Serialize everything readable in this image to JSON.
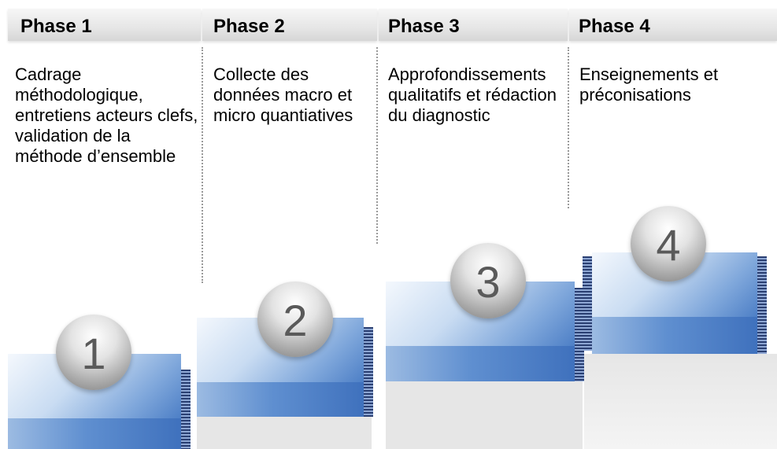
{
  "phases": [
    {
      "title": "Phase 1",
      "description": "Cadrage méthodologique, entretiens acteurs clefs, validation de la méthode d’ensemble",
      "number": "1"
    },
    {
      "title": "Phase 2",
      "description": "Collecte des données macro et micro quantiatives",
      "number": "2"
    },
    {
      "title": "Phase 3",
      "description": "Approfondissements qualitatifs et rédaction du diagnostic",
      "number": "3"
    },
    {
      "title": "Phase 4",
      "description": "Enseignements et préconisations",
      "number": "4"
    }
  ],
  "colors": {
    "header_bg": "#e6e6e6",
    "step_blue": "#4d7fc6",
    "step_dark": "#2a3f72",
    "ball_grey": "#a9a9a9",
    "floor_grey": "#e6e6e6"
  },
  "icons": [
    "number-ball"
  ]
}
